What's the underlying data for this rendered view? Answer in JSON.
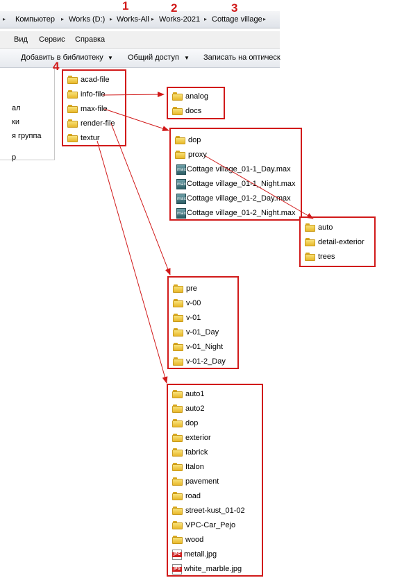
{
  "breadcrumb": {
    "items": [
      "Компьютер",
      "Works (D:)",
      "Works-All",
      "Works-2021",
      "Cottage village"
    ]
  },
  "menu": {
    "items": [
      "Вид",
      "Сервис",
      "Справка"
    ]
  },
  "toolbar": {
    "add_library": "Добавить в библиотеку",
    "share": "Общий доступ",
    "burn": "Записать на оптическ"
  },
  "nav_pane": {
    "items": [
      "ал",
      "ки",
      "я группа",
      "р"
    ]
  },
  "annotations": {
    "n1": "1",
    "n2": "2",
    "n3": "3",
    "n4": "4"
  },
  "colors": {
    "annotation_red": "#d11a1a",
    "folder_yellow": "#f0c84a"
  },
  "box_root": {
    "items": [
      {
        "name": "acad-file",
        "icon": "folder-icon"
      },
      {
        "name": "info-file",
        "icon": "folder-icon"
      },
      {
        "name": "max-file",
        "icon": "folder-icon"
      },
      {
        "name": "render-file",
        "icon": "folder-icon"
      },
      {
        "name": "textur",
        "icon": "folder-icon"
      }
    ]
  },
  "box_info": {
    "items": [
      {
        "name": "analog",
        "icon": "folder-icon"
      },
      {
        "name": "docs",
        "icon": "folder-icon"
      }
    ]
  },
  "box_max": {
    "items": [
      {
        "name": "dop",
        "icon": "folder-icon"
      },
      {
        "name": "proxy",
        "icon": "folder-icon"
      },
      {
        "name": "Cottage village_01-1_Day.max",
        "icon": "max-file-icon"
      },
      {
        "name": "Cottage village_01-1_Night.max",
        "icon": "max-file-icon"
      },
      {
        "name": "Cottage village_01-2_Day.max",
        "icon": "max-file-icon"
      },
      {
        "name": "Cottage village_01-2_Night.max",
        "icon": "max-file-icon"
      }
    ]
  },
  "box_proxy": {
    "items": [
      {
        "name": "auto",
        "icon": "folder-icon"
      },
      {
        "name": "detail-exterior",
        "icon": "folder-icon"
      },
      {
        "name": "trees",
        "icon": "folder-icon"
      }
    ]
  },
  "box_render": {
    "items": [
      {
        "name": "pre",
        "icon": "folder-icon"
      },
      {
        "name": "v-00",
        "icon": "folder-icon"
      },
      {
        "name": "v-01",
        "icon": "folder-icon"
      },
      {
        "name": "v-01_Day",
        "icon": "folder-icon"
      },
      {
        "name": "v-01_Night",
        "icon": "folder-icon"
      },
      {
        "name": "v-01-2_Day",
        "icon": "folder-icon"
      }
    ]
  },
  "box_textur": {
    "items": [
      {
        "name": "auto1",
        "icon": "folder-icon"
      },
      {
        "name": "auto2",
        "icon": "folder-icon"
      },
      {
        "name": "dop",
        "icon": "folder-icon"
      },
      {
        "name": "exterior",
        "icon": "folder-icon"
      },
      {
        "name": "fabrick",
        "icon": "folder-icon"
      },
      {
        "name": "Italon",
        "icon": "folder-icon"
      },
      {
        "name": "pavement",
        "icon": "folder-icon"
      },
      {
        "name": "road",
        "icon": "folder-icon"
      },
      {
        "name": "street-kust_01-02",
        "icon": "folder-icon"
      },
      {
        "name": "VPC-Car_Pejo",
        "icon": "folder-icon"
      },
      {
        "name": "wood",
        "icon": "folder-icon"
      },
      {
        "name": "metall.jpg",
        "icon": "jpg-file-icon"
      },
      {
        "name": "white_marble.jpg",
        "icon": "jpg-file-icon"
      }
    ]
  }
}
